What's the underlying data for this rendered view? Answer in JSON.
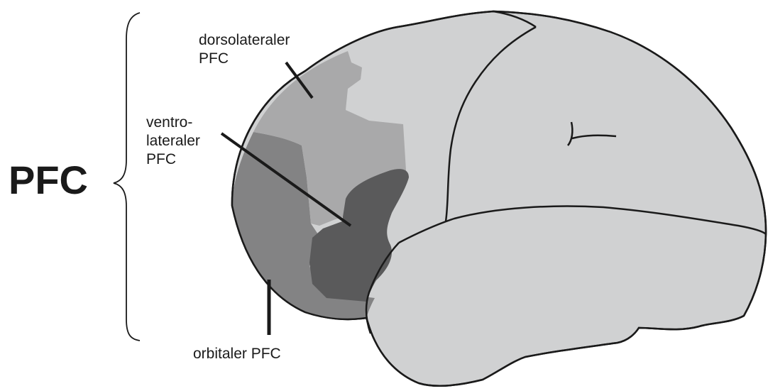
{
  "diagram": {
    "main_label": "PFC",
    "regions": {
      "dorsolateral": {
        "lines": [
          "dorsolateraler",
          "PFC"
        ],
        "color": "#a9a9aa"
      },
      "ventrolateral": {
        "lines": [
          "ventro-",
          "lateraler",
          "PFC"
        ],
        "color": "#5a5a5b"
      },
      "orbital": {
        "lines": [
          "orbitaler PFC"
        ],
        "color": "#838384"
      }
    },
    "brain_color": "#d0d1d2",
    "outline_color": "#1a1a1a"
  }
}
